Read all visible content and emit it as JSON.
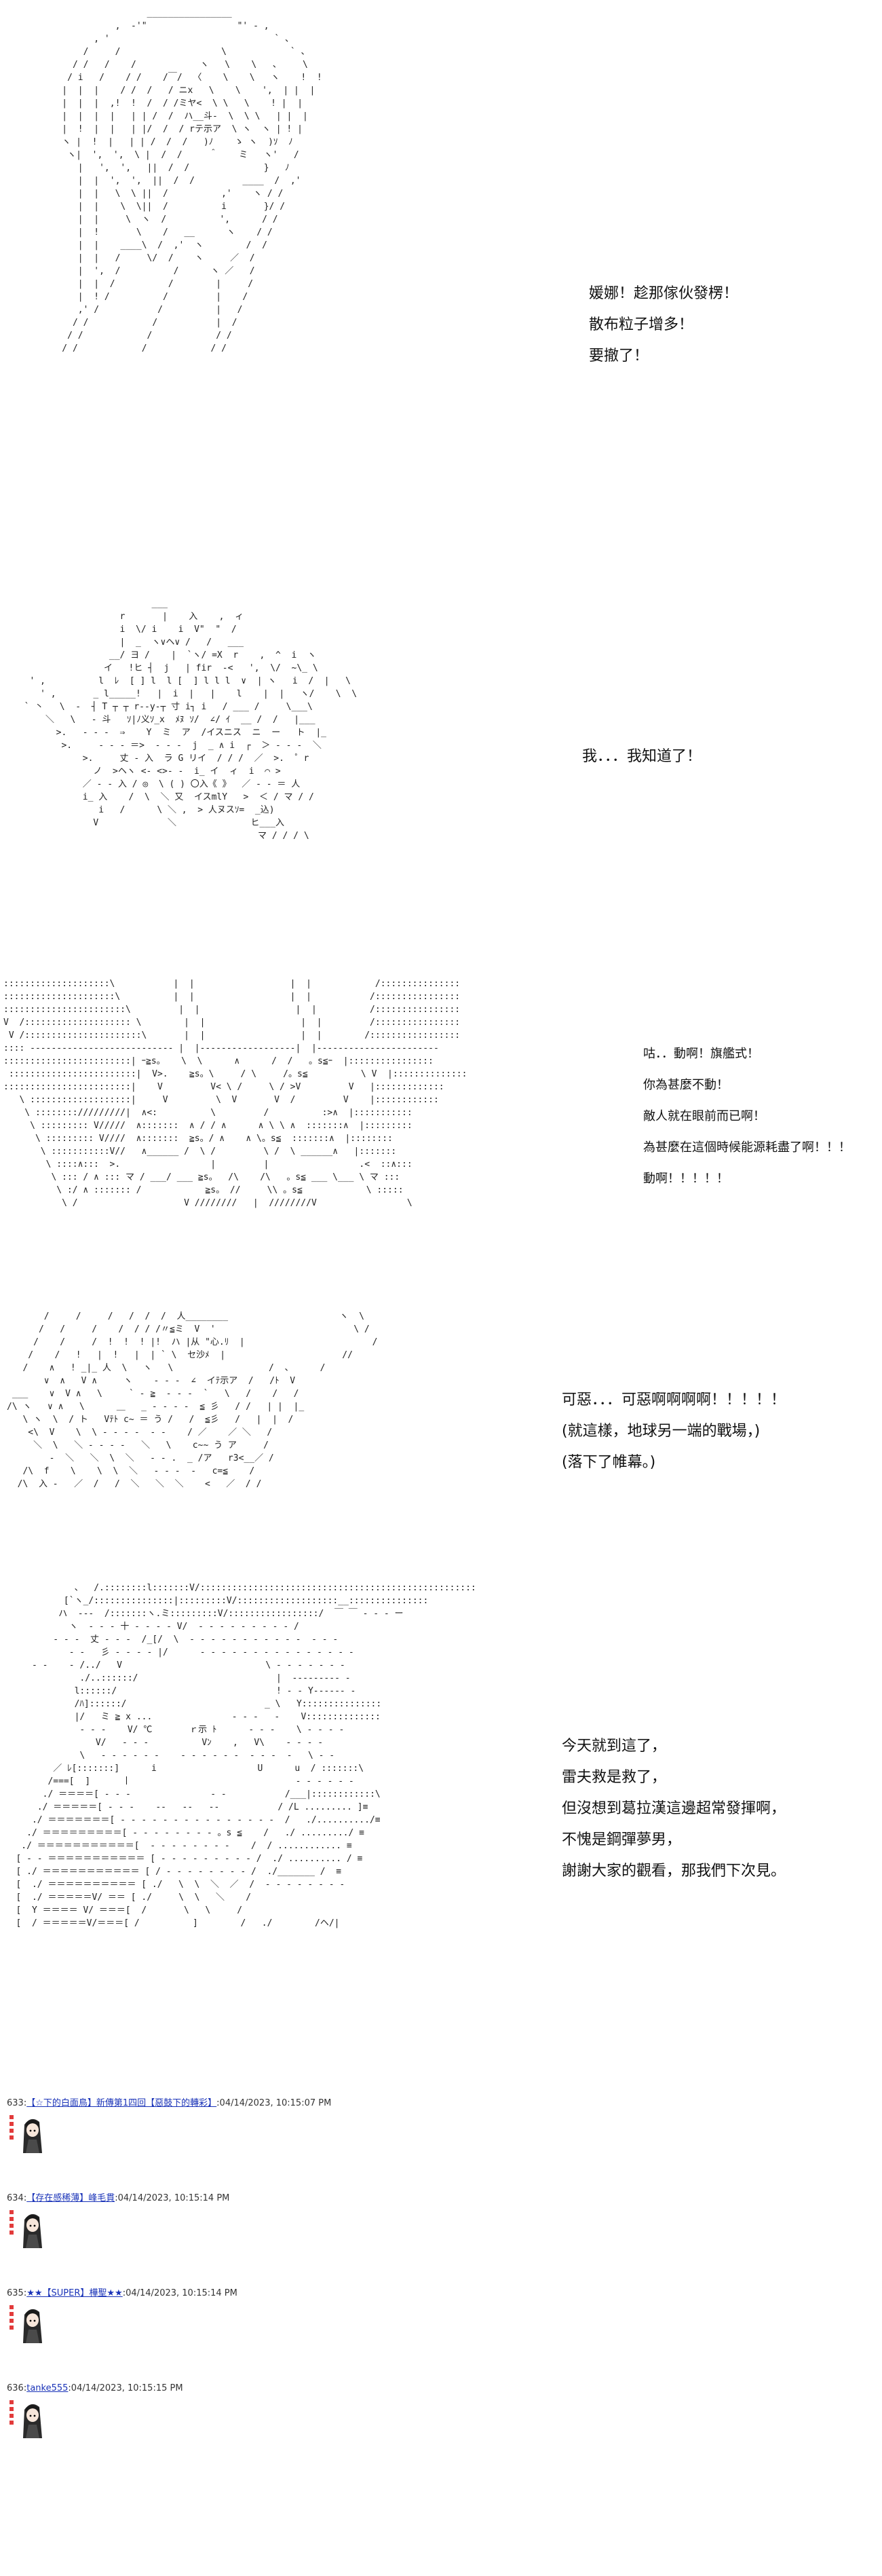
{
  "panels": [
    {
      "dialogue": [
        "媛娜！趁那傢伙發楞！",
        "散布粒子增多！",
        "要撤了！"
      ]
    },
    {
      "dialogue": [
        "我．．．我知道了！"
      ]
    },
    {
      "dialogue": [
        "咕．．動啊！旗艦式！",
        "你為甚麼不動！",
        "敵人就在眼前而已啊！",
        "為甚麼在這個時候能源耗盡了啊！！！",
        "動啊！！！！！"
      ]
    },
    {
      "dialogue": [
        "可惡．．．可惡啊啊啊啊！！！！！",
        "(就這樣，地球另一端的戰場，)",
        "(落下了帷幕。)"
      ]
    },
    {
      "dialogue": [
        "今天就到這了，",
        "雷夫救是救了，",
        "但沒想到葛拉漢這邊超常發揮啊，",
        "不愧是鋼彈夢男，",
        "謝謝大家的觀看，那我們下次見。"
      ]
    }
  ],
  "comments": [
    {
      "num": "633",
      "user": "【☆下的白面鳥】新傳第1四回【惡鼓下的轉彩】",
      "time": "04/14/2023, 10:15:07 PM"
    },
    {
      "num": "634",
      "user": "【存在感稀薄】峰毛貫",
      "time": "04/14/2023, 10:15:14 PM"
    },
    {
      "num": "635",
      "user": "★★【SUPER】樺聖★★",
      "time": "04/14/2023, 10:15:14 PM"
    },
    {
      "num": "636",
      "user": "tanke555",
      "time": "04/14/2023, 10:15:15 PM"
    }
  ]
}
